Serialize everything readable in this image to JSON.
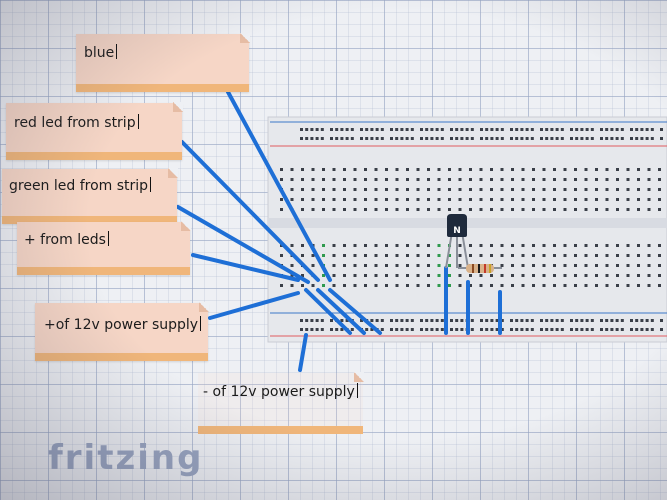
{
  "notes": [
    {
      "id": "blue",
      "text": "blue"
    },
    {
      "id": "red",
      "text": "red led from strip"
    },
    {
      "id": "green",
      "text": "green led from strip"
    },
    {
      "id": "plus-leds",
      "text": "+ from leds"
    },
    {
      "id": "plus-12v",
      "text": "+of 12v power supply"
    },
    {
      "id": "minus-12v",
      "text": "- of 12v power supply"
    }
  ],
  "brand": "fritzing",
  "transistor_label": "N",
  "colors": {
    "wire": "#1e6fd6",
    "note_bg": "#f6d6c6",
    "note_edge": "#f0b67a",
    "rail_red": "#e05b60",
    "rail_blue": "#3c78c8",
    "transistor": "#1e2a3c"
  }
}
